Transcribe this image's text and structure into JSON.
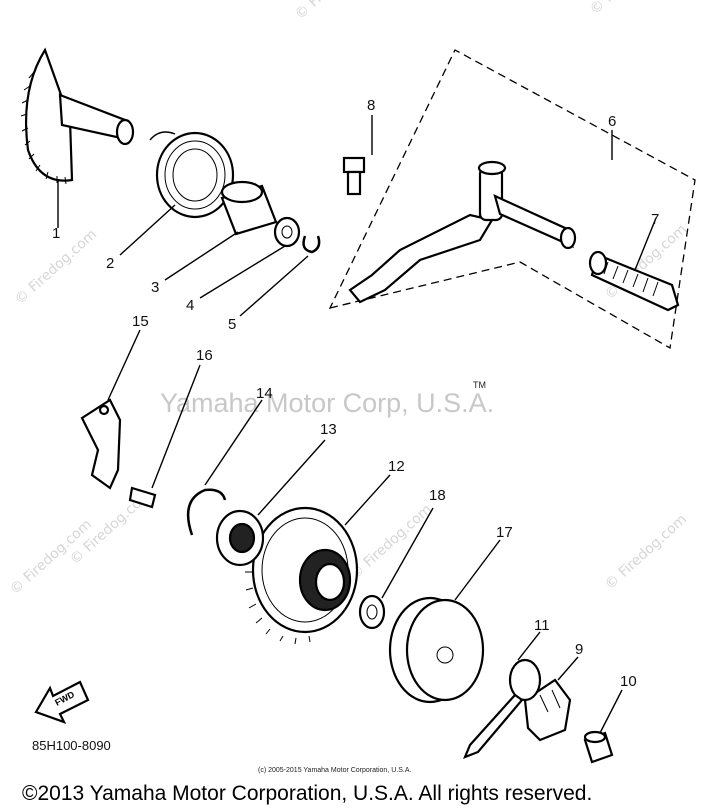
{
  "diagram": {
    "callouts": [
      "1",
      "2",
      "3",
      "4",
      "5",
      "6",
      "7",
      "8",
      "9",
      "10",
      "11",
      "12",
      "13",
      "14",
      "15",
      "16",
      "17",
      "18"
    ],
    "watermark_text": "© Firedog.com",
    "corp_watermark": "Yamaha Motor Corp, U.S.A.",
    "trademark": "TM",
    "fwd_label": "FWD",
    "part_code": "85H100-8090",
    "small_copyright": "(c) 2005-2015 Yamaha Motor Corporation, U.S.A.",
    "footer_copyright": "©2013 Yamaha Motor Corporation, U.S.A. All rights reserved."
  }
}
